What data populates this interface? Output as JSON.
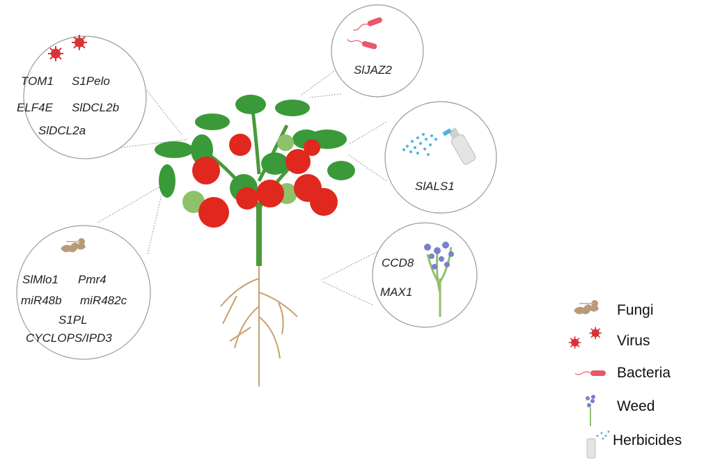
{
  "circles": {
    "virus": {
      "genes": [
        "TOM1",
        "S1Pelo",
        "ELF4E",
        "SlDCL2b",
        "SlDCL2a"
      ]
    },
    "bacteria": {
      "genes": [
        "SlJAZ2"
      ]
    },
    "herbicides": {
      "genes": [
        "SlALS1"
      ]
    },
    "fungi": {
      "genes": [
        "SlMlo1",
        "Pmr4",
        "miR48b",
        "miR482c",
        "S1PL",
        "CYCLOPS/IPD3"
      ]
    },
    "weed": {
      "genes": [
        "CCD8",
        "MAX1"
      ]
    }
  },
  "legend": {
    "items": [
      {
        "label": "Fungi",
        "icon": "fungi-icon"
      },
      {
        "label": "Virus",
        "icon": "virus-icon"
      },
      {
        "label": "Bacteria",
        "icon": "bacteria-icon"
      },
      {
        "label": "Weed",
        "icon": "weed-icon"
      },
      {
        "label": "Herbicides",
        "icon": "herbicide-spray-icon"
      }
    ]
  },
  "colors": {
    "tomato_red": "#e0281e",
    "leaf_green": "#3a9a3a",
    "virus": "#d9333a",
    "bacteria": "#e8596a",
    "fungi": "#b89a78",
    "weed": "#7a7fd0",
    "spray": "#4fb3e0",
    "root": "#c8a070"
  }
}
